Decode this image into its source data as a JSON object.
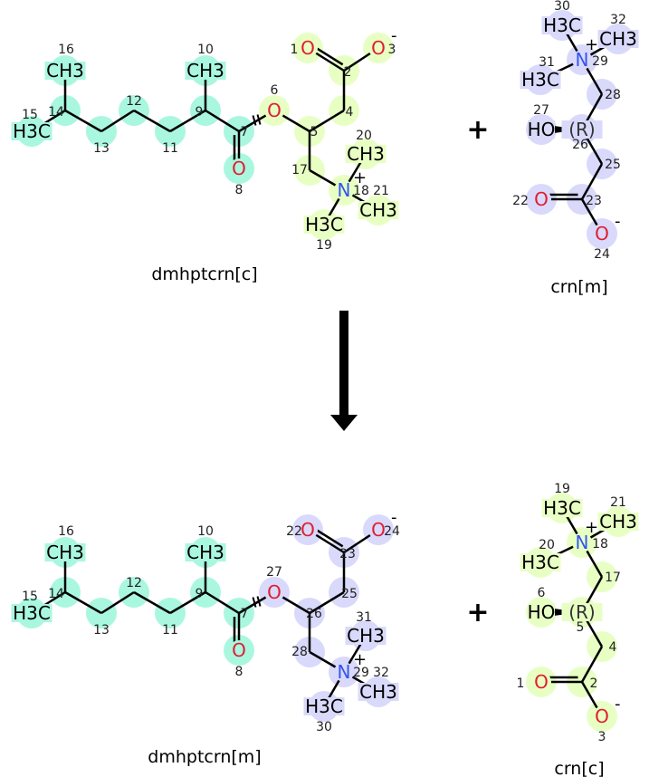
{
  "colors": {
    "teal": "#aaf7e0",
    "yellow": "#e8ffc4",
    "lavender": "#d9d9fb",
    "oxygen": "#e01e2e",
    "nitrogen": "#3355ee",
    "bond": "#000000"
  },
  "reaction": {
    "plus_sign": "+",
    "reactants": [
      {
        "name": "dmhptcrn[c]",
        "template": "big",
        "numbers": [
          "15",
          "14",
          "16",
          "13",
          "12",
          "11",
          "9",
          "10",
          "7",
          "8",
          "6",
          "5",
          "4",
          "2",
          "1",
          "3",
          "17",
          "18",
          "20",
          "21",
          "19"
        ],
        "group_colors": [
          "teal",
          "yellow"
        ]
      },
      {
        "name": "crn[m]",
        "template": "small",
        "numbers": [
          "30",
          "29",
          "32",
          "31",
          "28",
          "26",
          "27",
          "25",
          "23",
          "22",
          "24"
        ],
        "group_colors": [
          "lavender"
        ]
      }
    ],
    "products": [
      {
        "name": "dmhptcrn[m]",
        "template": "big",
        "numbers": [
          "15",
          "14",
          "16",
          "13",
          "12",
          "11",
          "9",
          "10",
          "7",
          "8",
          "27",
          "26",
          "25",
          "23",
          "22",
          "24",
          "28",
          "29",
          "31",
          "32",
          "30"
        ],
        "group_colors": [
          "teal",
          "lavender"
        ]
      },
      {
        "name": "crn[c]",
        "template": "small",
        "numbers": [
          "19",
          "18",
          "21",
          "20",
          "17",
          "5",
          "6",
          "4",
          "2",
          "1",
          "3"
        ],
        "group_colors": [
          "yellow"
        ]
      }
    ]
  },
  "atom_labels": {
    "big": [
      "H3C",
      "",
      "CH3",
      "",
      "",
      "",
      "",
      "CH3",
      "",
      "O",
      "O",
      "",
      "",
      "",
      "O",
      "O",
      "",
      "N",
      "CH3",
      "CH3",
      "H3C"
    ],
    "small": [
      "H3C",
      "N",
      "CH3",
      "H3C",
      "",
      "(R)",
      "HO",
      "",
      "",
      "O",
      "O"
    ]
  },
  "charges": {
    "minus": "-",
    "plus": "+"
  }
}
